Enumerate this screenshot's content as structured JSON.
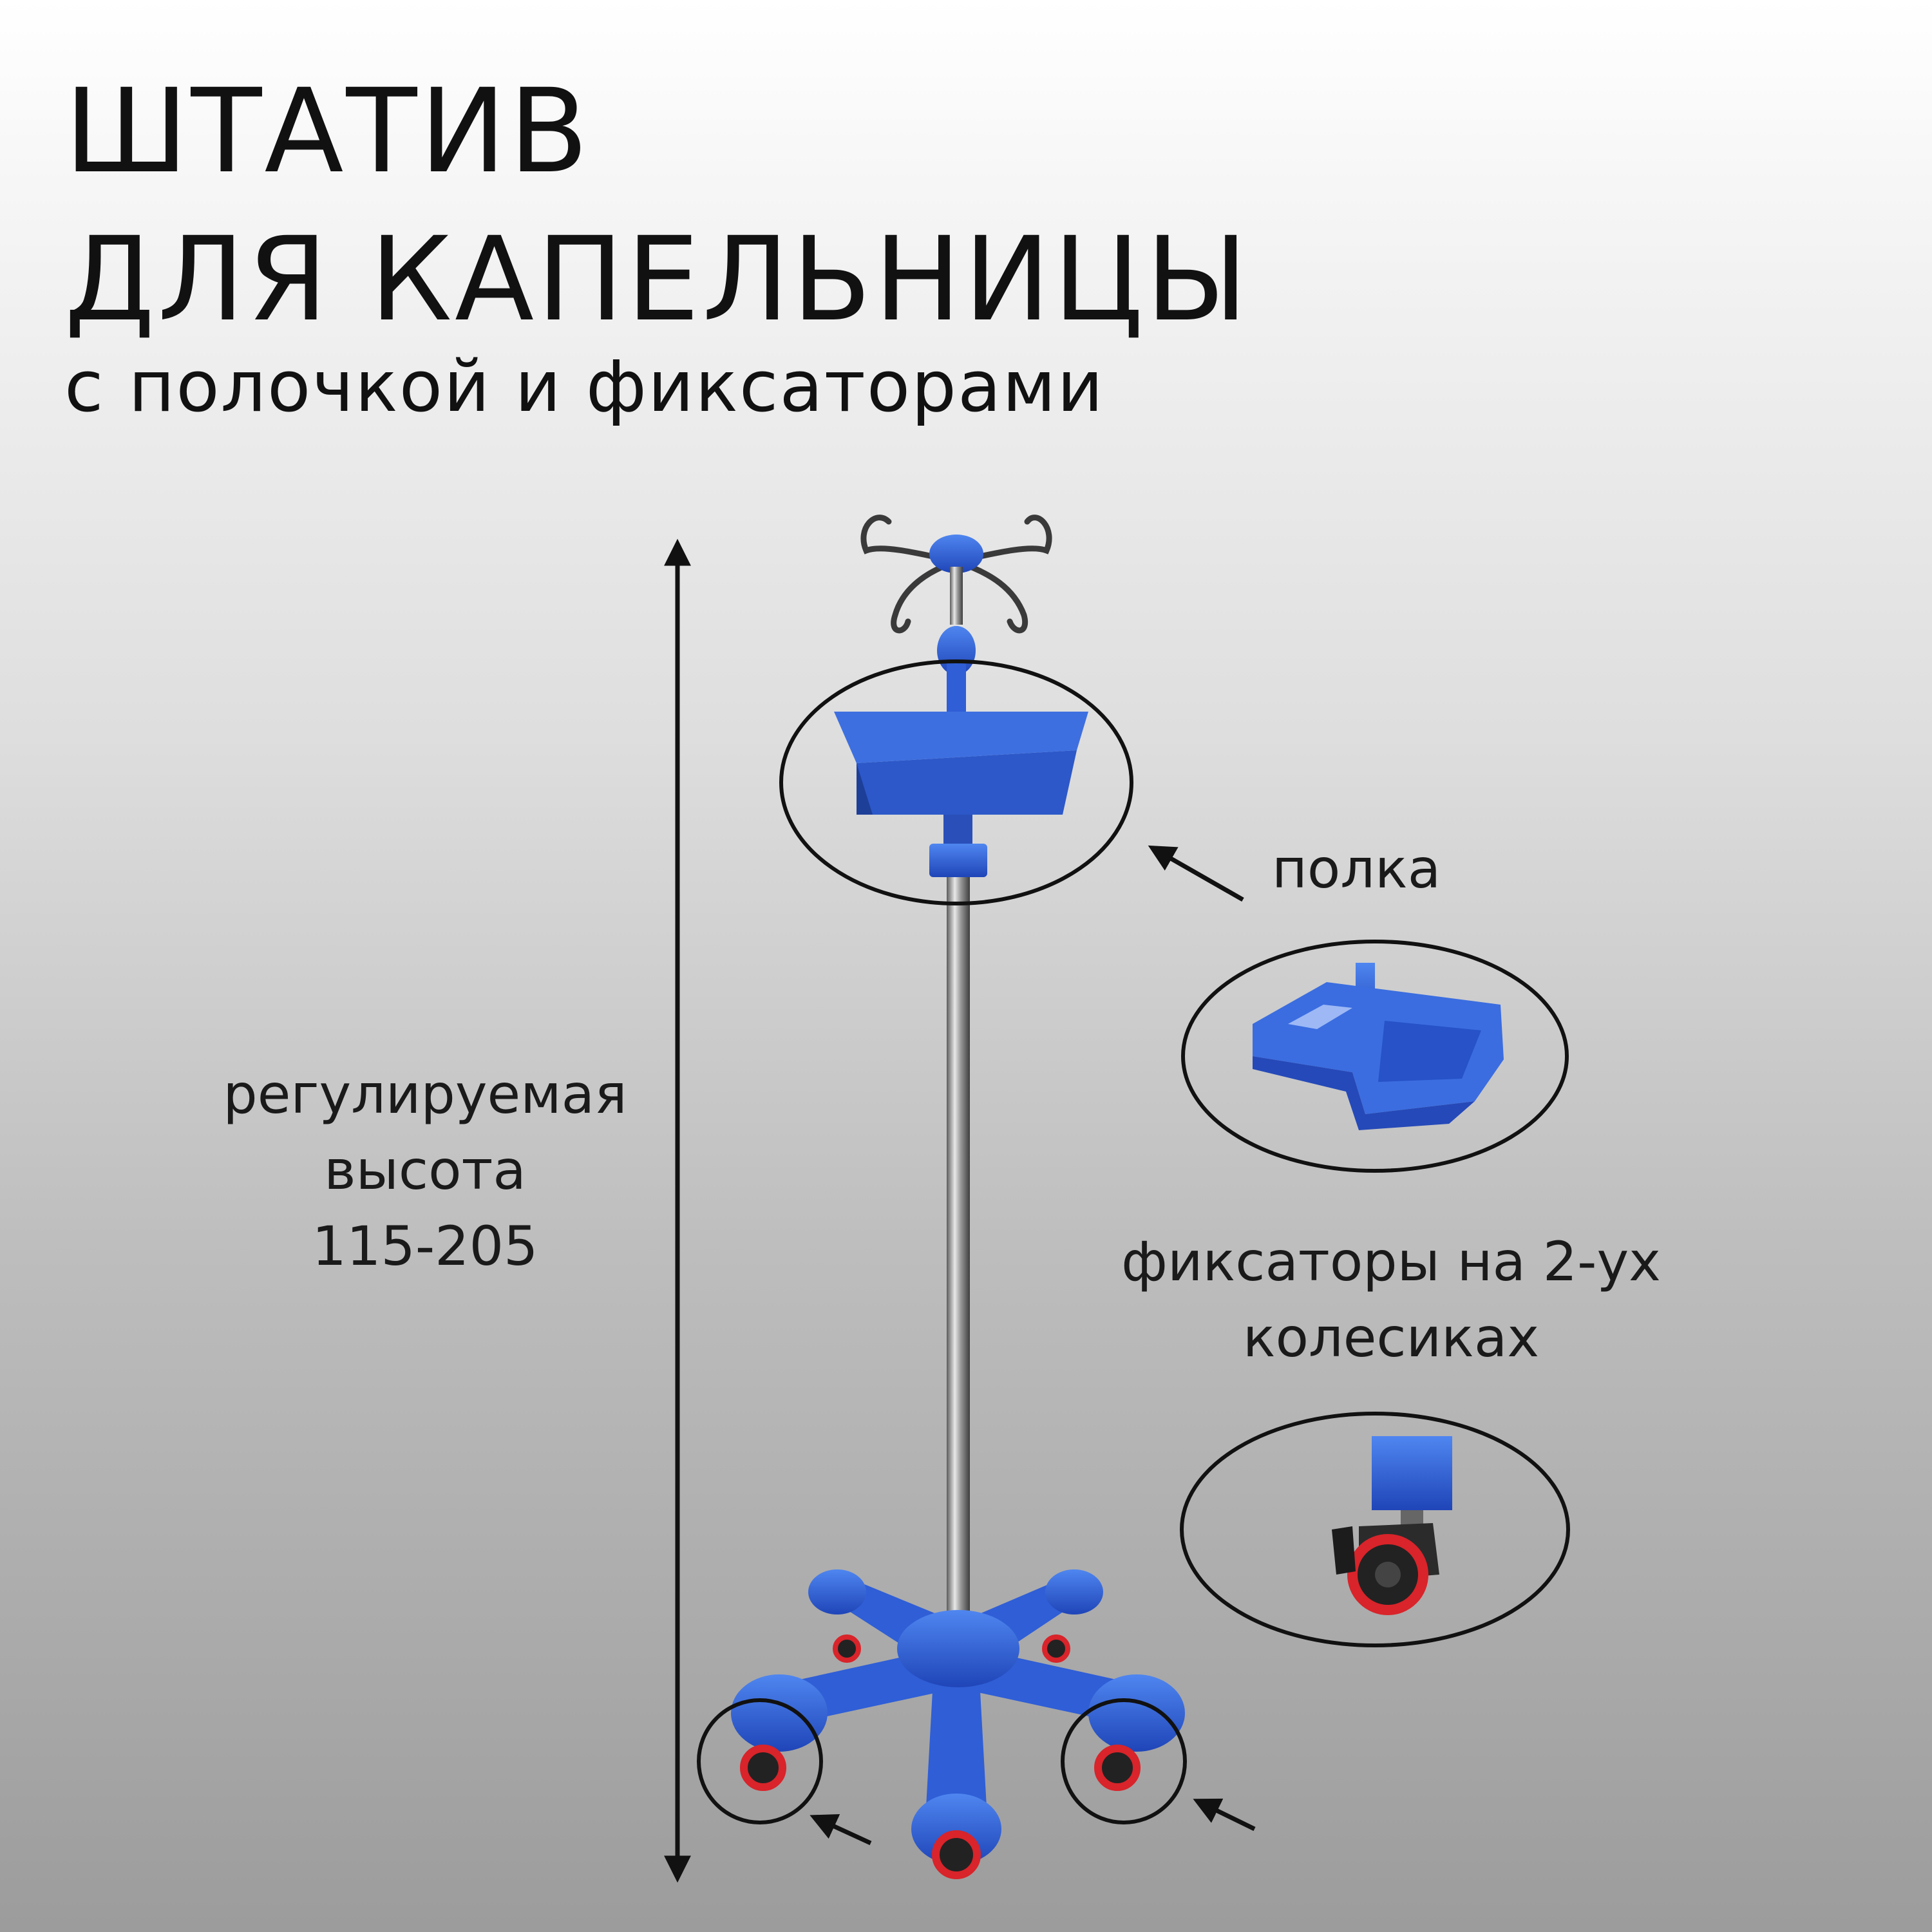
{
  "title": {
    "line1": "ШТАТИВ",
    "line2": "ДЛЯ КАПЕЛЬНИЦЫ",
    "subtitle": "с полочкой и фиксаторами"
  },
  "labels": {
    "height_line1": "регулируемая",
    "height_line2": "высота",
    "height_range": "115-205",
    "shelf": "полка",
    "locks_line1": "фиксаторы на 2-ух",
    "locks_line2": "колесиках"
  },
  "colors": {
    "background_top": "#ffffff",
    "background_bottom": "#9c9c9c",
    "stand_blue": "#2f5ed6",
    "wheel_red": "#d8242a",
    "annotation": "#111111"
  },
  "icons": [
    "hook-icon",
    "shelf-icon",
    "wheel-icon",
    "arrow-icon"
  ]
}
